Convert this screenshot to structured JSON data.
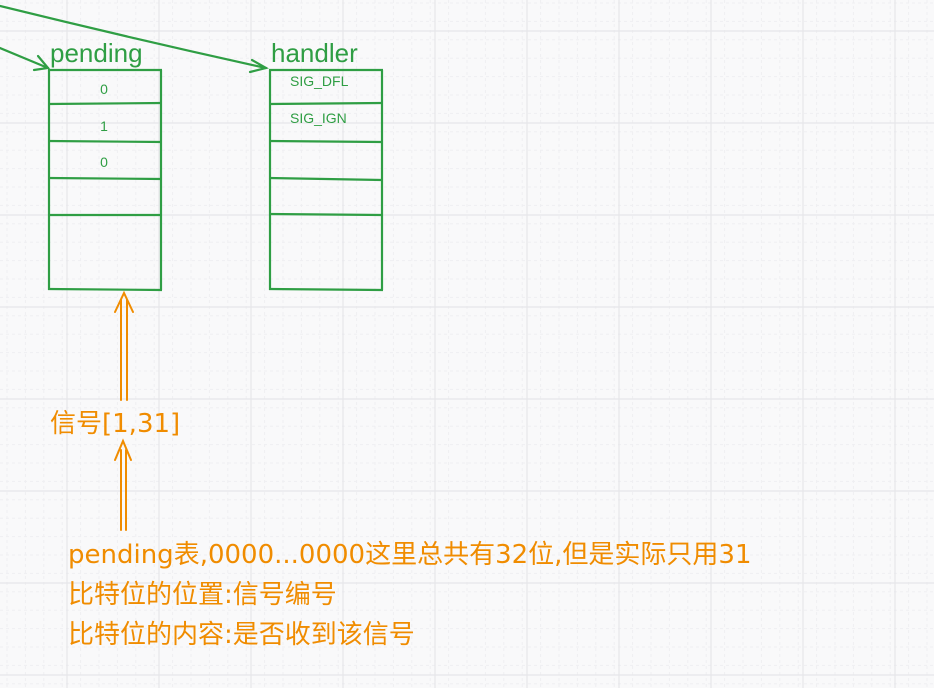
{
  "colors": {
    "background": "#f9f9fa",
    "grid_major": "#e6e6e9",
    "grid_minor": "#efeff2",
    "green": "#2f9e44",
    "orange": "#f08c00"
  },
  "pending": {
    "title": "pending",
    "cells": [
      "0",
      "1",
      "0",
      "",
      "",
      ""
    ]
  },
  "handler": {
    "title": "handler",
    "cells": [
      "SIG_DFL",
      "SIG_IGN",
      "",
      "",
      "",
      ""
    ]
  },
  "signal_range_label": "信号[1,31]",
  "notes": [
    "pending表,0000...0000这里总共有32位,但是实际只用31",
    "比特位的位置:信号编号",
    "比特位的内容:是否收到该信号"
  ]
}
